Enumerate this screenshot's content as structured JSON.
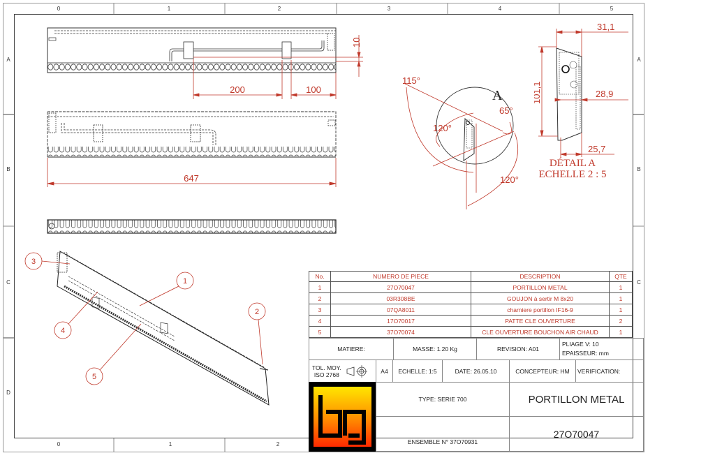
{
  "frame": {
    "columns": [
      "0",
      "1",
      "2",
      "3",
      "4",
      "5"
    ],
    "rows": [
      "A",
      "B",
      "C",
      "D"
    ],
    "bottom_columns": [
      "0",
      "1",
      "2"
    ]
  },
  "views": {
    "top_view": {
      "dimensions": {
        "d200": "200",
        "d100": "100",
        "d10": "10"
      }
    },
    "front_view": {
      "dimensions": {
        "length": "647"
      }
    },
    "side_view": {},
    "angle_view": {
      "label": "A",
      "angles": {
        "a115": "115°",
        "a120_left": "120°",
        "a65": "65°",
        "a120_bottom": "120°"
      }
    },
    "detail_a": {
      "dimensions": {
        "width_top": "31,1",
        "height": "101,1",
        "mid": "28,9",
        "bottom": "25,7"
      },
      "title_line1": "DÉTAIL A",
      "title_line2": "ECHELLE 2 : 5"
    },
    "isometric": {
      "balloons": [
        "1",
        "2",
        "3",
        "4",
        "5"
      ]
    }
  },
  "bom": {
    "headers": {
      "no": "No.",
      "part": "NUMERO DE PIECE",
      "desc": "DESCRIPTION",
      "qty": "QTE"
    },
    "rows": [
      {
        "no": "1",
        "part": "27O70047",
        "desc": "PORTILLON METAL",
        "qty": "1"
      },
      {
        "no": "2",
        "part": "03R308BE",
        "desc": "GOUJON à sertir M 8x20",
        "qty": "1"
      },
      {
        "no": "3",
        "part": "07QA8011",
        "desc": "charniere portillon IF16-9",
        "qty": "1"
      },
      {
        "no": "4",
        "part": "17O70017",
        "desc": "PATTE CLE OUVERTURE",
        "qty": "2"
      },
      {
        "no": "5",
        "part": "37O70074",
        "desc": "CLE OUVERTURE BOUCHON AIR CHAUD",
        "qty": "1"
      }
    ]
  },
  "title_block": {
    "matiere": "MATIERE:",
    "masse": "MASSE: 1.20 Kg",
    "revision": "REVISION: A01",
    "pliage": "PLIAGE V: 10",
    "epaisseur": "EPAISSEUR: mm",
    "tolerance_line1": "TOL. MOY.",
    "tolerance_line2": "ISO 2768",
    "format": "A4",
    "echelle": "ECHELLE: 1:5",
    "date": "DATE: 26.05.10",
    "concepteur": "CONCEPTEUR: HM",
    "verification": "VERIFICATION:",
    "type": "TYPE: SERIE 700",
    "ensemble": "ENSEMBLE N° 37O70931",
    "title": "PORTILLON METAL",
    "part_number": "27O70047"
  },
  "colors": {
    "dimension": "#c0392b",
    "line": "#222222",
    "border": "#888888",
    "logo_top": "#ffe600",
    "logo_bottom": "#ff2a00"
  }
}
